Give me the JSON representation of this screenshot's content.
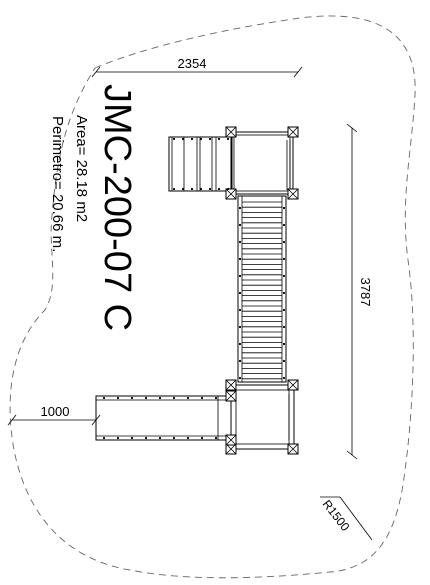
{
  "drawing": {
    "model": "JMC-200-07 C",
    "area": "Area= 28.18 m2",
    "perimeter": "Perimetro= 20.66 m.",
    "dim_width": "2354",
    "dim_height": "3787",
    "dim_slide": "1000",
    "radius": "R1500"
  }
}
